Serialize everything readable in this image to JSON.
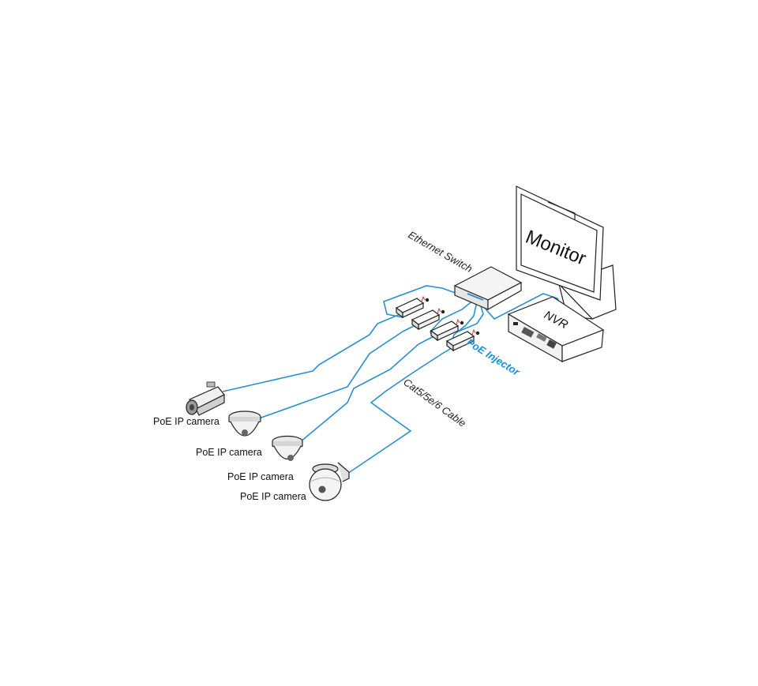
{
  "labels": {
    "monitor": "Monitor",
    "nvr": "NVR",
    "ethernet_switch": "Ethernet Switch",
    "poe_injector": "PoE Injector",
    "cable": "Cat5/5e/6 Cable",
    "cameras": [
      "PoE IP camera",
      "PoE IP camera",
      "PoE IP camera",
      "PoE IP camera"
    ]
  },
  "colors": {
    "cable": "#2a8fd0",
    "injector_label": "#1a8fd6",
    "device_outline": "#222222"
  },
  "icons": [
    "monitor-icon",
    "nvr-icon",
    "ethernet-switch-icon",
    "poe-injector-icon",
    "box-camera-icon",
    "dome-camera-icon",
    "ptz-camera-icon"
  ]
}
